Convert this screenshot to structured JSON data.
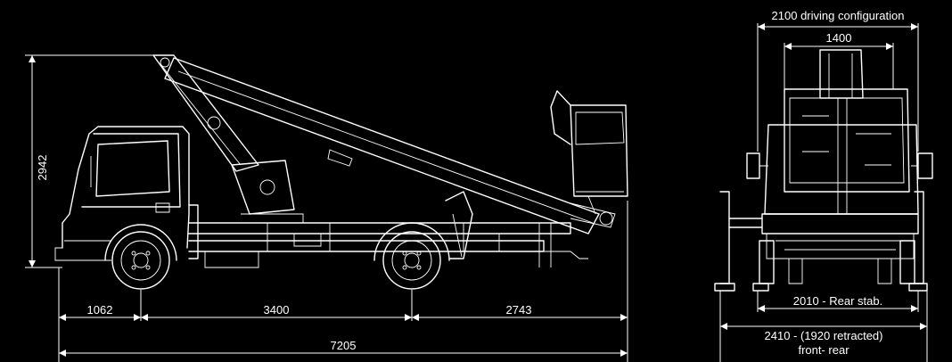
{
  "side_view": {
    "height": "2942",
    "front_overhang": "1062",
    "wheelbase": "3400",
    "rear_overhang": "2743",
    "overall_length": "7205"
  },
  "rear_view": {
    "driving_width": "2100 driving configuration",
    "basket_width": "1400",
    "rear_stab": "2010 - Rear stab.",
    "front_rear_line1": "2410 - (1920 retracted)",
    "front_rear_line2": "front- rear"
  },
  "colors": {
    "background": "#000000",
    "line": "#ffffff"
  }
}
